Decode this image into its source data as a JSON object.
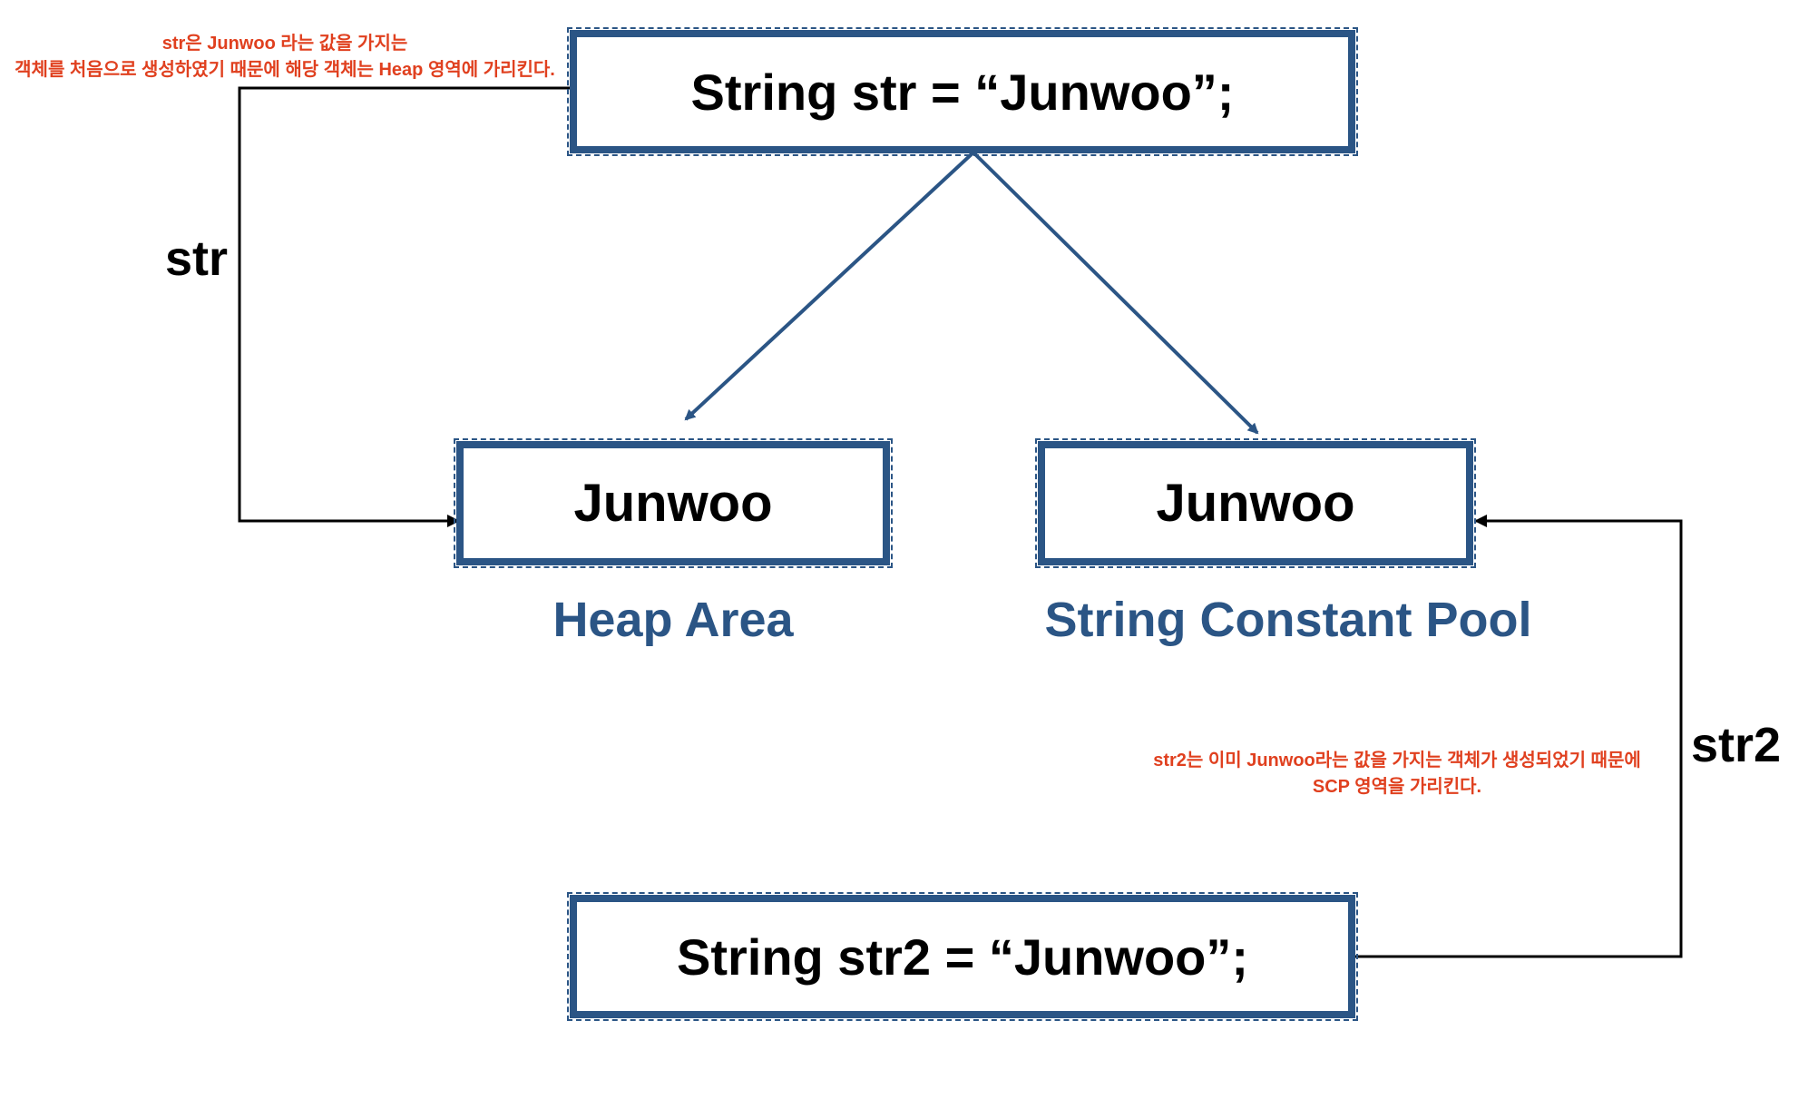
{
  "declarations": {
    "first": "String str = “Junwoo”;",
    "second": "String str2 = “Junwoo”;"
  },
  "objects": {
    "heap_value": "Junwoo",
    "scp_value": "Junwoo"
  },
  "areas": {
    "heap": "Heap Area",
    "scp": "String Constant Pool"
  },
  "references": {
    "str": "str",
    "str2": "str2"
  },
  "notes": {
    "str_line1": "str은 Junwoo 라는 값을 가지는",
    "str_line2": "객체를 처음으로 생성하였기 때문에 해당 객체는 Heap 영역에 가리킨다.",
    "str2_line1": "str2는 이미 Junwoo라는 값을 가지는 객체가 생성되었기 때문에",
    "str2_line2": "SCP 영역을 가리킨다."
  },
  "colors": {
    "box_border": "#2b5585",
    "area_label": "#2b5585",
    "note_text": "#e0401f",
    "connector": "#000000"
  }
}
